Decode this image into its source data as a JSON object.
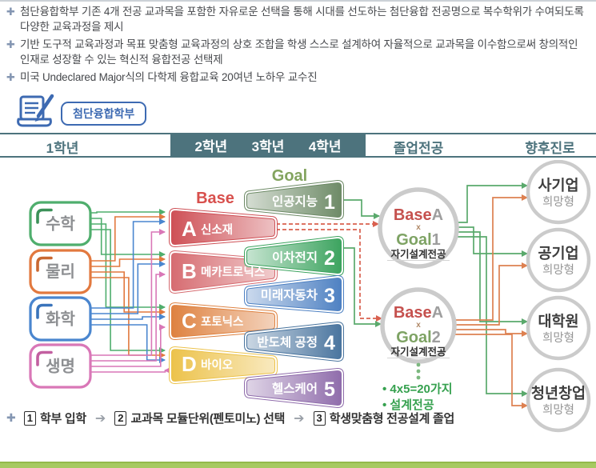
{
  "intro": {
    "bullet_char": "✚",
    "items": [
      "첨단융합학부 기존 4개 전공 교과목을 포함한 자유로운 선택을 통해 시대를 선도하는 첨단융합 전공명으로 복수학위가 수여되도록 다양한 교육과정을 제시",
      "기반 도구적 교육과정과 목표 맞춤형 교육과정의 상호 조합을 학생 스스로 설계하여 자율적으로 교과목을 이수함으로써 창의적인 인재로 성장할 수 있는 혁신적 융합전공 선택제",
      "미국 Undeclared Major식의 다학제 융합교육 20여년 노하우 교수진"
    ]
  },
  "badge": {
    "label": "첨단융합학부",
    "icon": "document-pen-icon"
  },
  "header": {
    "col1": "1학년",
    "col2": "2학년",
    "col3": "3학년",
    "col4": "4학년",
    "col5": "졸업전공",
    "col6": "향후진로"
  },
  "diagram": {
    "subjects": [
      {
        "label": "수학",
        "color": "#4fae6d",
        "accent": "#3c9159"
      },
      {
        "label": "물리",
        "color": "#e2793f",
        "accent": "#c96832"
      },
      {
        "label": "화학",
        "color": "#4a86cf",
        "accent": "#3a74bb"
      },
      {
        "label": "생명",
        "color": "#d977b7",
        "accent": "#c25fa0"
      }
    ],
    "base_label": {
      "text": "Base",
      "color": "#d8504d"
    },
    "goal_label": {
      "text": "Goal",
      "color": "#83a45f"
    },
    "bases": [
      {
        "letter": "A",
        "label": "신소재",
        "color": "#ce4f55"
      },
      {
        "letter": "B",
        "label": "메카트로닉스",
        "color": "#d66b70"
      },
      {
        "letter": "C",
        "label": "포토닉스",
        "color": "#de813f"
      },
      {
        "letter": "D",
        "label": "바이오",
        "color": "#ecc24a"
      }
    ],
    "goals": [
      {
        "label": "인공지능",
        "num": "1",
        "color": "#6d8a66"
      },
      {
        "label": "이차전지",
        "num": "2",
        "color": "#3ba35e"
      },
      {
        "label": "미래자동차",
        "num": "3",
        "color": "#4d80c2"
      },
      {
        "label": "반도체 공정",
        "num": "4",
        "color": "#49749e"
      },
      {
        "label": "헬스케어",
        "num": "5",
        "color": "#8f6cab"
      }
    ],
    "majors": [
      {
        "base": "Base",
        "letter": "A",
        "times": "x",
        "goal": "Goal",
        "num": "1",
        "sub": "자기설계전공"
      },
      {
        "base": "Base",
        "letter": "A",
        "times": "x",
        "goal": "Goal",
        "num": "2",
        "sub": "자기설계전공"
      }
    ],
    "notes": [
      "• 4x5=20가지",
      "• 설계전공"
    ],
    "outcomes": [
      {
        "title": "사기업",
        "sub": "희망형"
      },
      {
        "title": "공기업",
        "sub": "희망형"
      },
      {
        "title": "대학원",
        "sub": "희망형"
      },
      {
        "title": "청년창업",
        "sub": "희망형"
      }
    ]
  },
  "process": {
    "bullet_char": "✚",
    "arrow_char": "➔",
    "steps": [
      {
        "num": "1",
        "label": "학부 입학"
      },
      {
        "num": "2",
        "label": "교과목 모듈단위(펜토미노) 선택"
      },
      {
        "num": "3",
        "label": "학생맞춤형 전공설계 졸업"
      }
    ]
  },
  "palette": {
    "teal": "#4d737d",
    "intro_bullet": "#8496b2",
    "badge_blue": "#3d6ab2",
    "line_red": "#d9604f",
    "line_green": "#5aa96c",
    "line_orange": "#dd8050",
    "ring_gray": "#cbcbcb",
    "notes_green": "#36a14f",
    "bottom_bar_green": "#a6ca60",
    "major_base_red": "#c5514e",
    "major_goal_green": "#7ea364",
    "major_gray": "#9e9e9e"
  }
}
